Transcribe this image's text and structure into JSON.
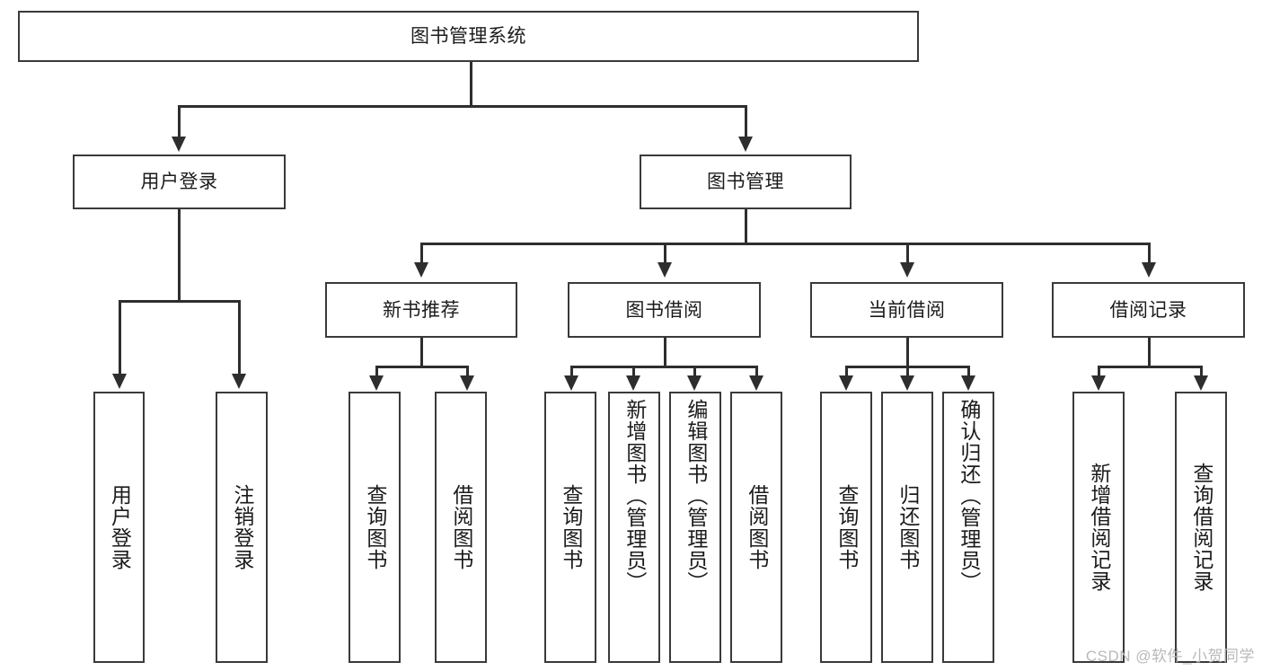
{
  "diagram": {
    "title": "图书管理系统",
    "type": "tree",
    "orientation": "top-down",
    "colors": {
      "background": "#ffffff",
      "box_fill": "#ffffff",
      "box_border": "#3a3a3a",
      "connector": "#2e2e2e",
      "text": "#1b1b1b",
      "watermark": "#b9b9b9"
    },
    "root": {
      "label": "图书管理系统"
    },
    "level1": [
      {
        "label": "用户登录"
      },
      {
        "label": "图书管理"
      }
    ],
    "level2": [
      {
        "label": "新书推荐"
      },
      {
        "label": "图书借阅"
      },
      {
        "label": "当前借阅"
      },
      {
        "label": "借阅记录"
      }
    ],
    "leaves": {
      "user_login": [
        {
          "label": "用户登录"
        },
        {
          "label": "注销登录"
        }
      ],
      "new_book_recommend": [
        {
          "label": "查询图书"
        },
        {
          "label": "借阅图书"
        }
      ],
      "book_borrow": [
        {
          "label": "查询图书"
        },
        {
          "label": "新增图书（管理员）"
        },
        {
          "label": "编辑图书（管理员）"
        },
        {
          "label": "借阅图书"
        }
      ],
      "current_borrow": [
        {
          "label": "查询图书"
        },
        {
          "label": "归还图书"
        },
        {
          "label": "确认归还（管理员）"
        }
      ],
      "borrow_record": [
        {
          "label": "新增借阅记录"
        },
        {
          "label": "查询借阅记录"
        }
      ]
    }
  },
  "watermark": {
    "text": "CSDN @软件_小贺同学"
  }
}
